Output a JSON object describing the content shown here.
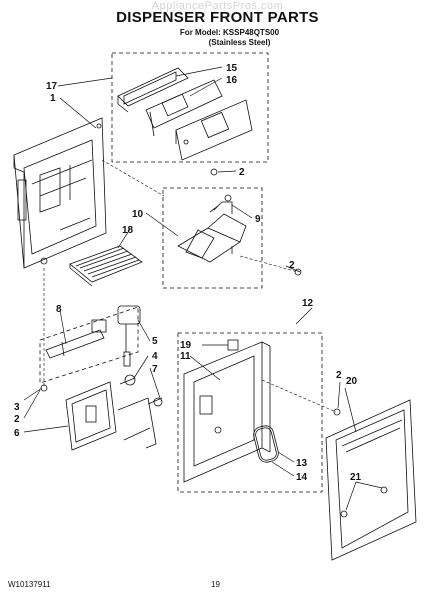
{
  "watermark": "AppliancePartsPros.com",
  "header": {
    "title": "DISPENSER FRONT PARTS",
    "model_line": "For Model: KSSP48QTS00",
    "finish_line": "(Stainless Steel)"
  },
  "footer": {
    "doc_number": "W10137911",
    "page_number": "19"
  },
  "callouts": {
    "c1": "1",
    "c2a": "2",
    "c2b": "2",
    "c2c": "2",
    "c3": "3",
    "c4": "4",
    "c5": "5",
    "c6": "6",
    "c7": "7",
    "c8": "8",
    "c9": "9",
    "c10": "10",
    "c11": "11",
    "c12": "12",
    "c13": "13",
    "c14": "14",
    "c15": "15",
    "c16": "16",
    "c17": "17",
    "c18": "18",
    "c19": "19",
    "c20": "20",
    "c21": "21"
  }
}
